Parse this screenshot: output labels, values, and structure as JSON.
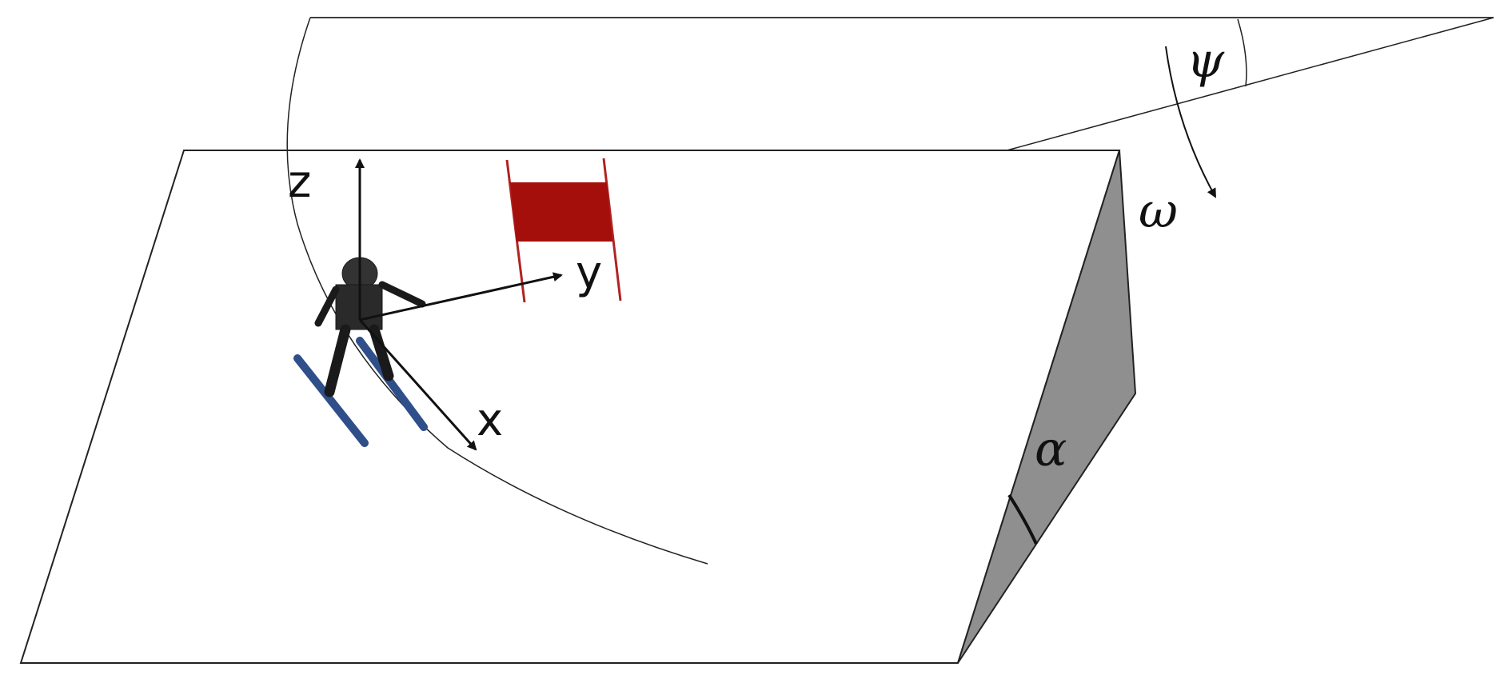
{
  "labels": {
    "z": "z",
    "y": "y",
    "x": "x",
    "psi": "ψ",
    "omega": "ω",
    "alpha": "α"
  },
  "colors": {
    "line": "#222222",
    "slope_face": "#8f8f8f",
    "gate_flag": "#a50f0b",
    "gate_pole": "#b22222",
    "ski": "#2f4f8a",
    "robot": "#1a1a1a"
  }
}
